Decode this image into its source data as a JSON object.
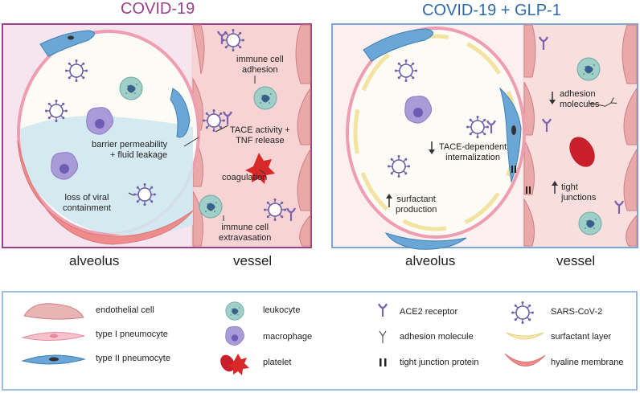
{
  "panels": {
    "left_title": "COVID-19",
    "right_title": "COVID-19 + GLP-1",
    "left_title_color": "#9b3f87",
    "right_title_color": "#2f6aa8"
  },
  "left_labels": {
    "immune_adhesion": "immune cell\nadhesion",
    "tace_release": "TACE activity +\nTNF release",
    "barrier": "barrier permeability\n+ fluid leakage",
    "coagulation": "coagulation",
    "loss_viral": "loss of viral\ncontainment",
    "extravasation": "immune cell\nextravasation"
  },
  "right_labels": {
    "adhesion_molecules": "adhesion\nmolecules",
    "tace_internalization": "TACE-dependent\ninternalization",
    "tight_junctions": "tight\njunctions",
    "surfactant": "surfactant\nproduction"
  },
  "captions": {
    "alveolus_left": "alveolus",
    "vessel_left": "vessel",
    "alveolus_right": "alveolus",
    "vessel_right": "vessel"
  },
  "legend": {
    "endothelial": "endothelial cell",
    "type1": "type I pneumocyte",
    "type2": "type II pneumocyte",
    "leukocyte": "leukocyte",
    "macrophage": "macrophage",
    "platelet": "platelet",
    "ace2": "ACE2 receptor",
    "adhesion_molecule": "adhesion molecule",
    "tight_junction": "tight junction protein",
    "sarscov2": "SARS-CoV-2",
    "surfactant_layer": "surfactant layer",
    "hyaline": "hyaline membrane"
  },
  "icons": [
    "up-arrow-icon",
    "down-arrow-icon",
    "virus-icon",
    "receptor-icon"
  ]
}
